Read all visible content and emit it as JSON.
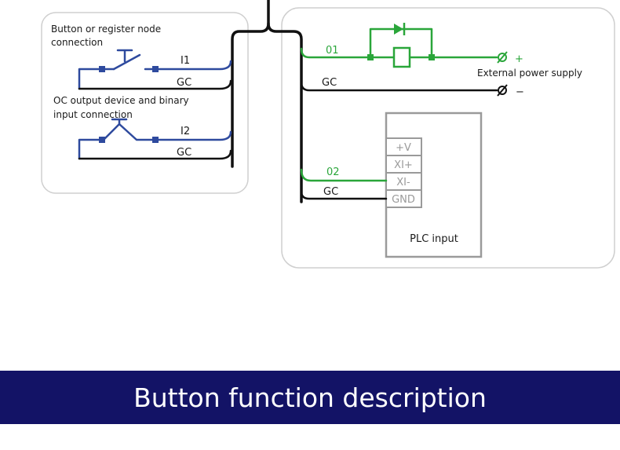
{
  "colors": {
    "black": "#111111",
    "blue": "#2e4a9e",
    "green": "#2aa63a",
    "gray": "#9a9a9a",
    "panel": "#cfcfcf",
    "banner": "#131366"
  },
  "left_panel": {
    "button_caption_1": "Button or register node",
    "button_caption_2": "connection",
    "wire1": "I1",
    "gc1": "GC",
    "oc_caption_1": "OC output device and binary",
    "oc_caption_2": "input connection",
    "wire2": "I2",
    "gc2": "GC"
  },
  "right_panel": {
    "wire01": "01",
    "gc_a": "GC",
    "plus": "+",
    "minus": "−",
    "ext_supply": "External power supply",
    "wire02": "02",
    "gc_b": "GC",
    "plc": {
      "terminals": [
        "+V",
        "XI+",
        "XI-",
        "GND"
      ],
      "label": "PLC input"
    }
  },
  "banner": {
    "title": "Button function description"
  }
}
